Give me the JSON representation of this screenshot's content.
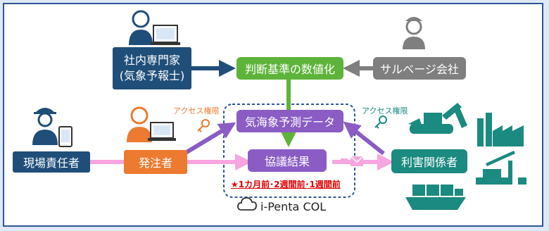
{
  "nodes": {
    "expert": [
      "社内専門家",
      "(気象予報士)"
    ],
    "salvage": "サルベージ会社",
    "judgment": "判断基準の数値化",
    "weather_data": "気海象予測データ",
    "agreement": "協議結果",
    "site_manager": "現場責任者",
    "client": "発注者",
    "stakeholders": "利害関係者"
  },
  "labels": {
    "access_left": "アクセス権限",
    "access_right": "アクセス権限",
    "schedule": "★1カ月前･2週間前･1週間前",
    "platform": "i-Penta COL"
  },
  "colors": {
    "navy": "#1f4e79",
    "green": "#5eb33a",
    "gray": "#7f7f7f",
    "orange": "#ec7a30",
    "teal": "#1b8a80",
    "purple": "#8a5cc4",
    "pink": "#f7a6e0",
    "red": "#e00000"
  }
}
